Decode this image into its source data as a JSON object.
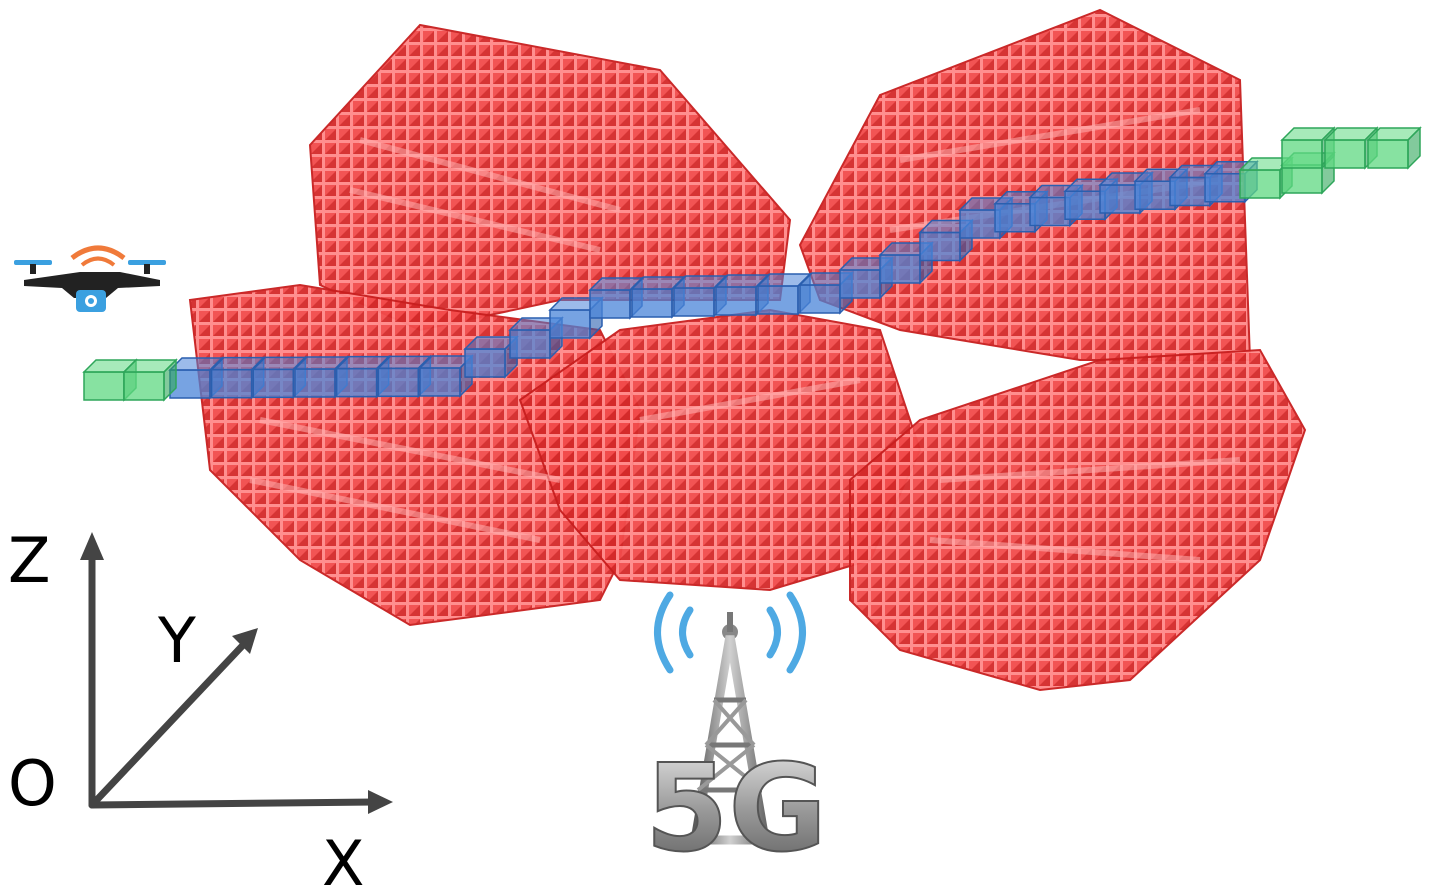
{
  "figure": {
    "elements": {
      "drone": {
        "icon": "drone-camera-icon"
      },
      "base_station": {
        "icon": "5g-tower-icon",
        "label": "5G"
      },
      "obstacles": {
        "icon": "red-voxel-clusters",
        "count": 5
      },
      "path": {
        "icon": "blue-voxel-path"
      },
      "endpoints": {
        "icon": "green-voxel-cells"
      }
    },
    "axes": {
      "z_label": "Z",
      "y_label": "Y",
      "x_label": "X",
      "origin_label": "O"
    },
    "colors": {
      "obstacle": "#f03a3a",
      "obstacle_dark": "#c81e1e",
      "path": "#4a84d8",
      "path_dark": "#2a5faf",
      "endpoint": "#5fd882",
      "endpoint_dark": "#2ea65a",
      "axis": "#444444",
      "signal": "#3ba0e0",
      "tower": "#8a8a8a"
    }
  }
}
